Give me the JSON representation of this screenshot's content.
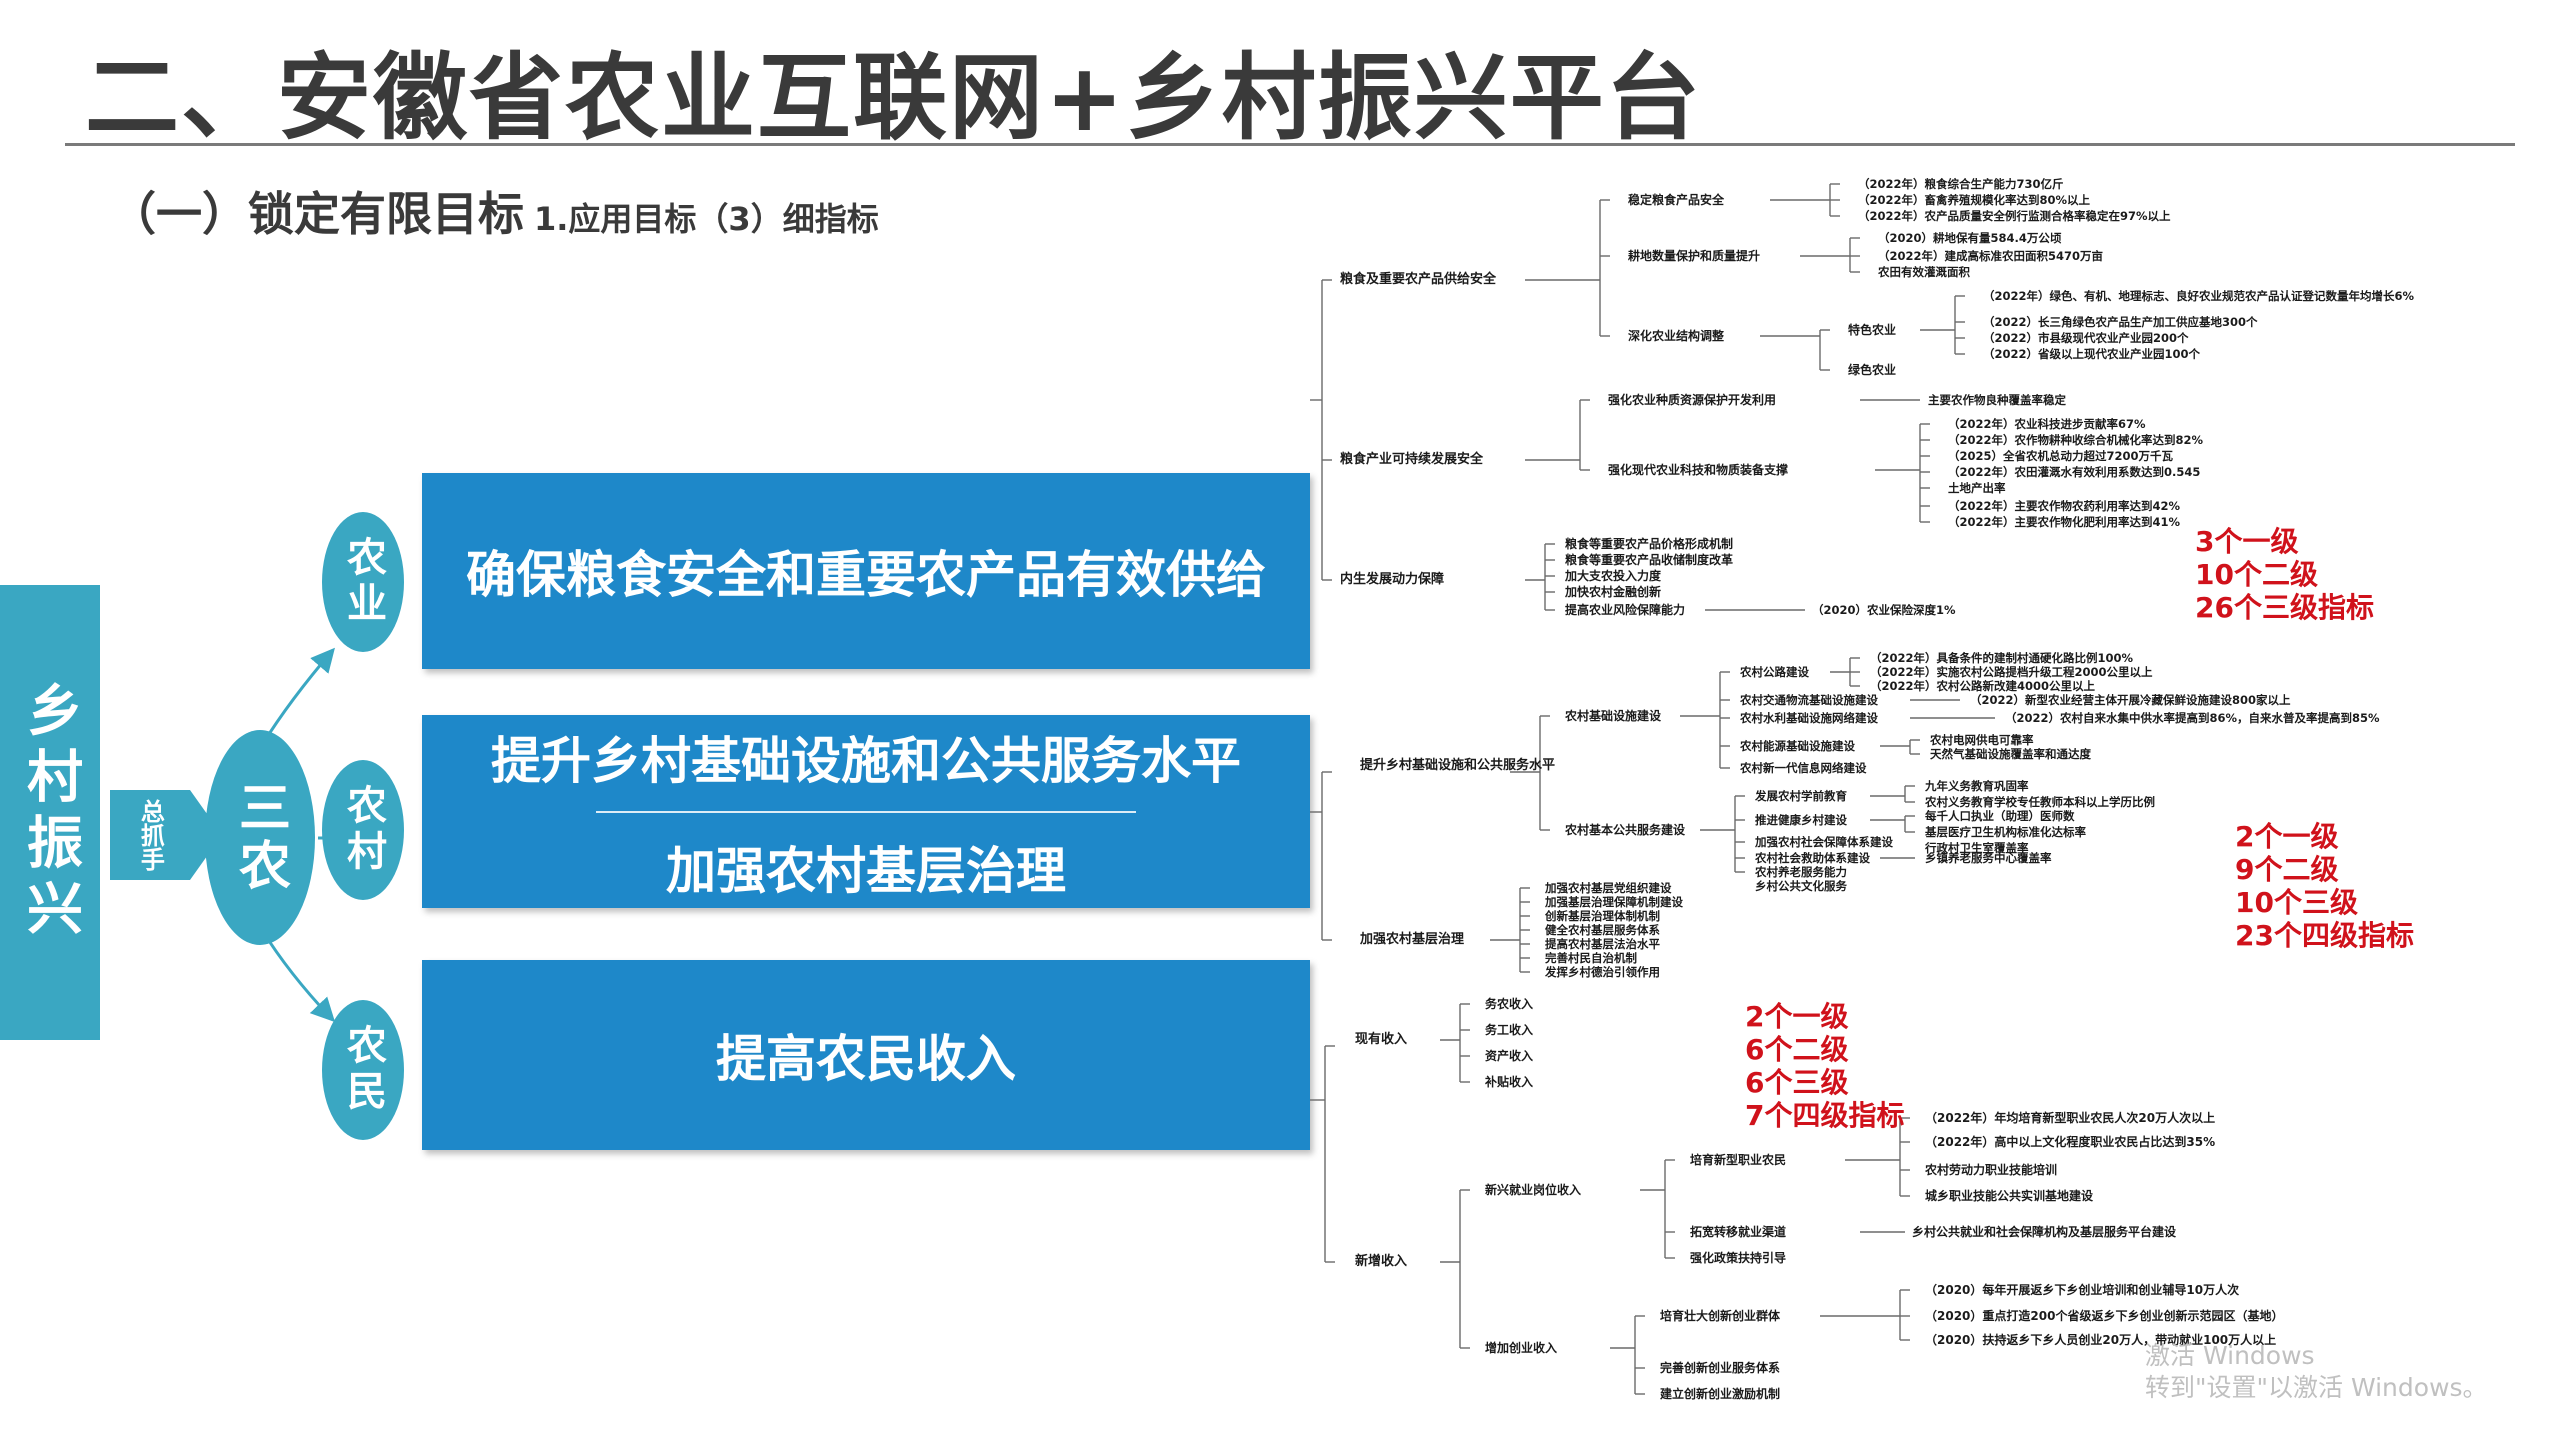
{
  "title": "二、安徽省农业互联网+乡村振兴平台",
  "subtitle": {
    "main": "（一）锁定有限目标",
    "detail": "1.应用目标（3）细指标"
  },
  "left_bar": "乡村振兴",
  "arrow_label": "总抓手",
  "center": "三农",
  "branches": {
    "agriculture": "农业",
    "countryside": "农村",
    "farmers": "农民"
  },
  "panels": {
    "p1": "确保粮食安全和重要农产品有效供给",
    "p2a": "提升乡村基础设施和公共服务水平",
    "p2b": "加强农村基层治理",
    "p3": "提高农民收入"
  },
  "stats": {
    "s1": [
      "3个一级",
      "10个二级",
      "26个三级指标"
    ],
    "s2": [
      "2个一级",
      "9个二级",
      "10个三级",
      "23个四级指标"
    ],
    "s3": [
      "2个一级",
      "6个二级",
      "6个三级",
      "7个四级指标"
    ]
  },
  "mindmap1": {
    "l1": [
      "粮食及重要农产品供给安全",
      "粮食产业可持续发展安全",
      "内生发展动力保障"
    ],
    "l2": [
      "稳定粮食产品安全",
      "耕地数量保护和质量提升",
      "深化农业结构调整",
      "强化农业种质资源保护开发利用",
      "强化现代农业科技和物质装备支撑",
      "粮食等重要农产品价格形成机制",
      "粮食等重要农产品收储制度改革",
      "加大支农投入力度",
      "加快农村金融创新",
      "提高农业风险保障能力"
    ],
    "l3": [
      "（2022年）粮食综合生产能力730亿斤",
      "（2022年）畜禽养殖规模化率达到80%以上",
      "（2022年）农产品质量安全例行监测合格率稳定在97%以上",
      "（2020）耕地保有量584.4万公顷",
      "（2022年）建成高标准农田面积5470万亩",
      "农田有效灌溉面积",
      "特色农业",
      "绿色农业",
      "（2022年）绿色、有机、地理标志、良好农业规范农产品认证登记数量年均增长6%",
      "（2022）长三角绿色农产品生产加工供应基地300个",
      "（2022）市县级现代农业产业园200个",
      "（2022）省级以上现代农业产业园100个",
      "主要农作物良种覆盖率稳定",
      "（2022年）农业科技进步贡献率67%",
      "（2022年）农作物耕种收综合机械化率达到82%",
      "（2025）全省农机总动力超过7200万千瓦",
      "（2022年）农田灌溉水有效利用系数达到0.545",
      "土地产出率",
      "（2022年）主要农作物农药利用率达到42%",
      "（2022年）主要农作物化肥利用率达到41%",
      "（2020）农业保险深度1%"
    ]
  },
  "mindmap2": {
    "l1": [
      "提升乡村基础设施和公共服务水平",
      "加强农村基层治理"
    ],
    "l2": [
      "农村基础设施建设",
      "农村基本公共服务建设",
      "加强农村基层党组织建设",
      "加强基层治理保障机制建设",
      "创新基层治理体制机制",
      "健全农村基层服务体系",
      "提高农村基层法治水平",
      "完善村民自治机制",
      "发挥乡村德治引领作用"
    ],
    "l3": [
      "农村公路建设",
      "农村交通物流基础设施建设",
      "农村水利基础设施网络建设",
      "农村能源基础设施建设",
      "农村新一代信息网络建设",
      "发展农村学前教育",
      "推进健康乡村建设",
      "加强农村社会保障体系建设",
      "农村社会救助体系建设",
      "农村养老服务能力",
      "乡村公共文化服务"
    ],
    "l4": [
      "（2022年）具备条件的建制村通硬化路比例100%",
      "（2022年）实施农村公路提档升级工程2000公里以上",
      "（2022年）农村公路新改建4000公里以上",
      "（2022）新型农业经营主体开展冷藏保鲜设施建设800家以上",
      "（2022）农村自来水集中供水率提高到86%，自来水普及率提高到85%",
      "农村电网供电可靠率",
      "天然气基础设施覆盖率和通达度",
      "九年义务教育巩固率",
      "农村义务教育学校专任教师本科以上学历比例",
      "每千人口执业（助理）医师数",
      "基层医疗卫生机构标准化达标率",
      "行政村卫生室覆盖率",
      "乡镇养老服务中心覆盖率"
    ]
  },
  "mindmap3": {
    "l1": [
      "现有收入",
      "新增收入"
    ],
    "l2": [
      "务农收入",
      "务工收入",
      "资产收入",
      "补贴收入",
      "新兴就业岗位收入",
      "增加创业收入"
    ],
    "l3": [
      "培育新型职业农民",
      "拓宽转移就业渠道",
      "强化政策扶持引导",
      "培育壮大创新创业群体",
      "完善创新创业服务体系",
      "建立创新创业激励机制"
    ],
    "l4": [
      "（2022年）年均培育新型职业农民人次20万人次以上",
      "（2022年）高中以上文化程度职业农民占比达到35%",
      "农村劳动力职业技能培训",
      "城乡职业技能公共实训基地建设",
      "乡村公共就业和社会保障机构及基层服务平台建设",
      "（2020）每年开展返乡下乡创业培训和创业辅导10万人次",
      "（2020）重点打造200个省级返乡下乡创业创新示范园区（基地）",
      "（2020）扶持返乡下乡人员创业20万人，带动就业100万人以上"
    ]
  },
  "watermark": {
    "line1": "激活 Windows",
    "line2": "转到\"设置\"以激活 Windows。"
  }
}
